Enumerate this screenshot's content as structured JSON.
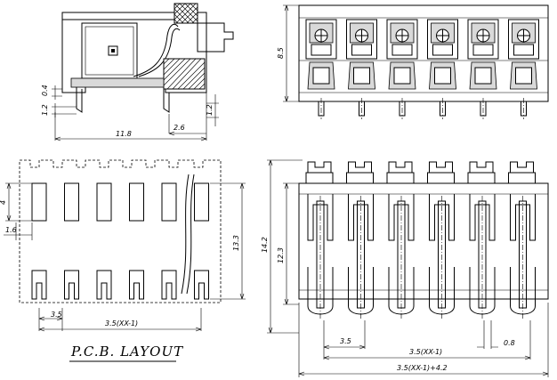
{
  "side_view": {
    "dims": {
      "d04": "0.4",
      "d12_left": "1.2",
      "d26": "2.6",
      "d118": "11.8",
      "d12_right": "1.2"
    }
  },
  "front_view": {
    "dims": {
      "d85": "8.5"
    },
    "pole_count": 6
  },
  "pcb_layout": {
    "title": "P.C.B. LAYOUT",
    "dims": {
      "d4": "4",
      "d16": "1.6",
      "d35": "3.5",
      "pitch_total": "3.5(XX-1)",
      "d133": "13.3"
    }
  },
  "top_view": {
    "dims": {
      "d142": "14.2",
      "d123": "12.3",
      "d35": "3.5",
      "pitch_total": "3.5(XX-1)",
      "d08": "0.8",
      "overall": "3.5(XX-1)+4.2"
    }
  }
}
